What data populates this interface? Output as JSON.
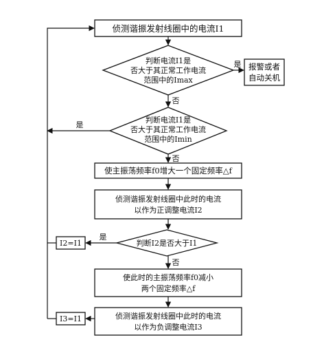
{
  "flowchart": {
    "step1": "侦测谐振发射线圈中的电流I1",
    "decision1": [
      "判断电流I1是",
      "否大于其正常工作电流",
      "范围中的Imax"
    ],
    "alarm": [
      "报警或者",
      "自动关机"
    ],
    "decision2": [
      "判断电流I1是",
      "否大于其正常工作电流",
      "范围中的Imin"
    ],
    "step2": "使主振荡频率f0增大一个固定频率△f",
    "step3": [
      "侦测谐振发射线圈中此时的电流",
      "以作为正调整电流I2"
    ],
    "decision3": "判断I2是否大于I1",
    "assign_i2": "I2=I1",
    "step4": [
      "使此时的主振荡频率f0减小",
      "两个固定频率△f"
    ],
    "step5": [
      "侦测谐振发射线圈中此时的电流",
      "以作为负调整电流I3"
    ],
    "assign_i3": "I3=I1",
    "yes_label": "是",
    "no_label": "否"
  }
}
